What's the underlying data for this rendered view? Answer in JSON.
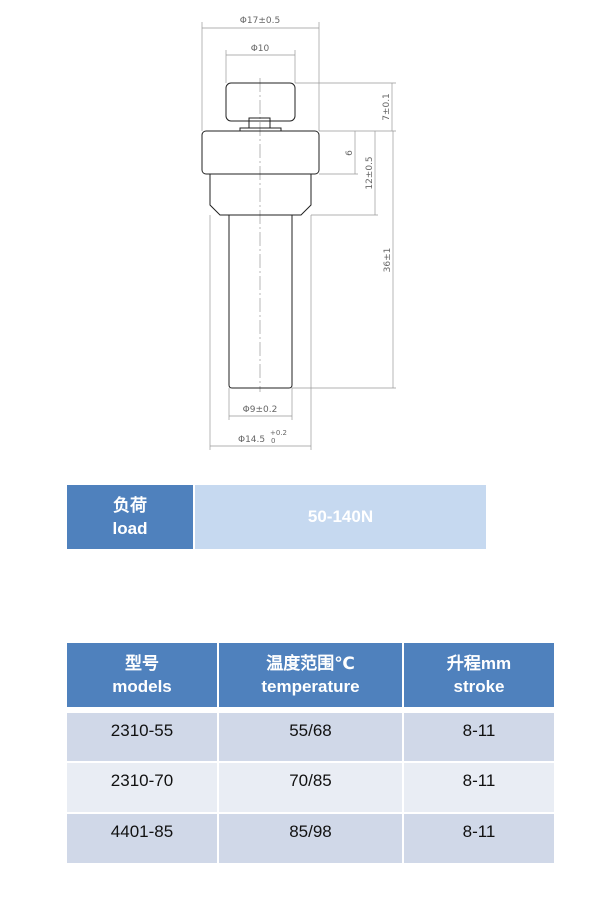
{
  "drawing": {
    "dims": {
      "outer_dia": "Φ17±0.5",
      "cap_dia": "Φ10",
      "cap_height": "7±0.1",
      "flange_height": "6",
      "body_height": "12±0.5",
      "total_length": "36±1",
      "shaft_dia": "Φ9±0.2",
      "body_dia": "Φ14.5",
      "body_dia_tol_upper": "+0.2",
      "body_dia_tol_lower": "0"
    }
  },
  "load_table": {
    "label_cn": "负荷",
    "label_en": "load",
    "value": "50-140N"
  },
  "spec_table": {
    "headers": [
      {
        "cn": "型号",
        "en": "models"
      },
      {
        "cn": "温度范围℃",
        "en": "temperature"
      },
      {
        "cn": "升程mm",
        "en": "stroke"
      }
    ],
    "rows": [
      [
        "2310-55",
        "55/68",
        "8-11"
      ],
      [
        "2310-70",
        "70/85",
        "8-11"
      ],
      [
        "4401-85",
        "85/98",
        "8-11"
      ]
    ]
  },
  "colors": {
    "header": "#4f81bd",
    "value": "#c6d9f0",
    "row_odd": "#d0d8e8",
    "row_even": "#e9edf4"
  }
}
